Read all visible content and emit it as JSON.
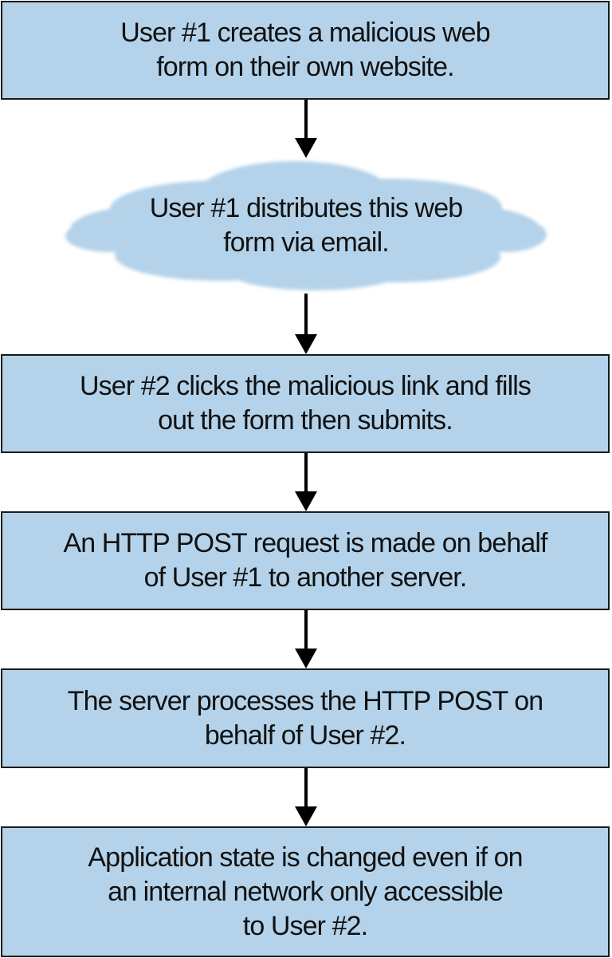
{
  "diagram": {
    "steps": [
      {
        "text": "User #1 creates a malicious web\nform on their own website.",
        "shape": "rectangle"
      },
      {
        "text": "User #1 distributes this web\nform via email.",
        "shape": "cloud"
      },
      {
        "text": "User #2 clicks the malicious link and fills\nout the form then submits.",
        "shape": "rectangle"
      },
      {
        "text": "An HTTP POST request is made on behalf\nof User #1 to another server.",
        "shape": "rectangle"
      },
      {
        "text": "The server processes the HTTP POST on\nbehalf of User #2.",
        "shape": "rectangle"
      },
      {
        "text": "Application state is changed even if on\nan internal network only accessible\nto User #2.",
        "shape": "rectangle"
      }
    ],
    "colors": {
      "box_fill": "#b4d3ea",
      "cloud_fill": "#b4d3ea",
      "border": "#1a1a1a",
      "arrow": "#000000",
      "text": "#111111"
    }
  }
}
